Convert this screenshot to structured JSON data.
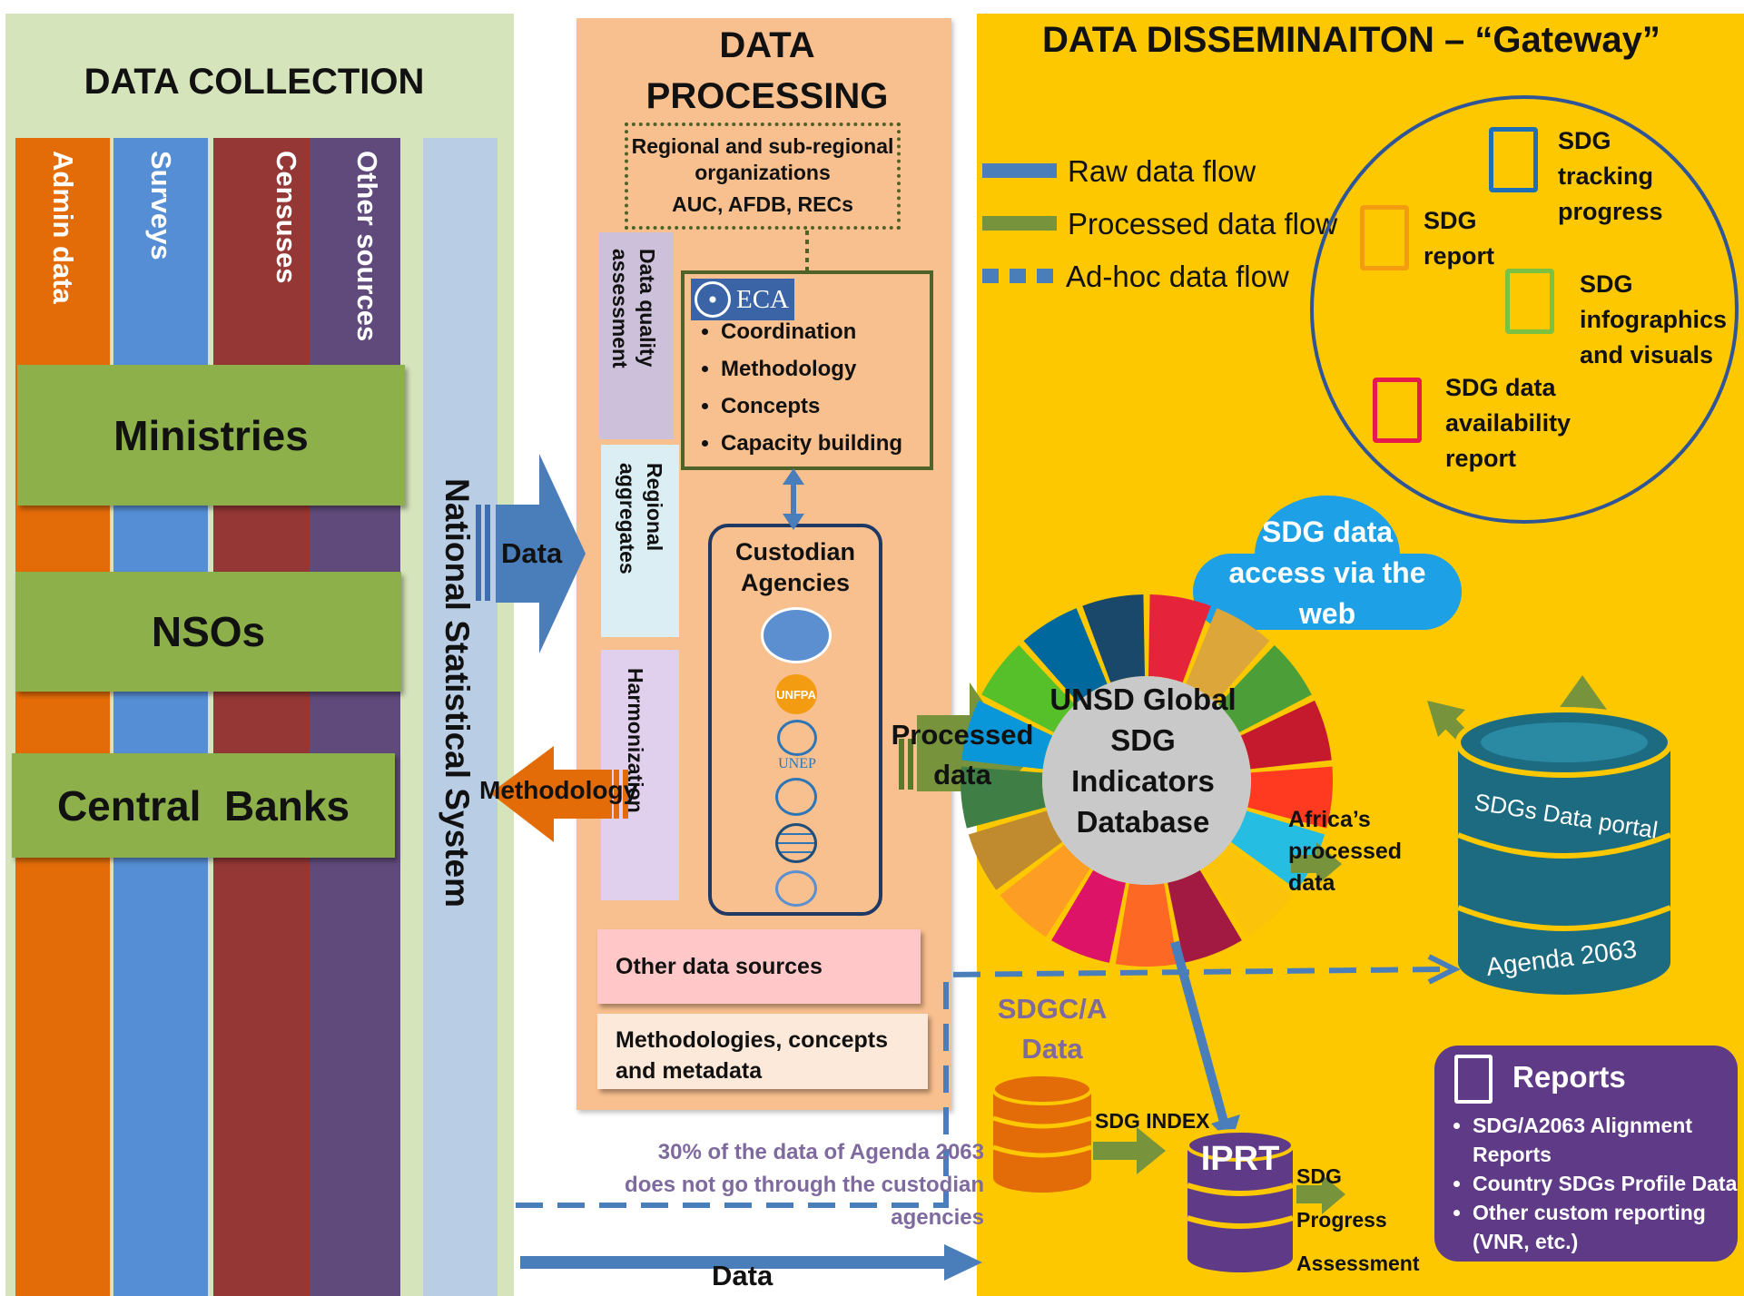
{
  "collection": {
    "title": "DATA COLLECTION",
    "columns": [
      "Admin data",
      "Surveys",
      "Censuses",
      "Other sources"
    ],
    "boxes": [
      "Ministries",
      "NSOs",
      "Central  Banks"
    ],
    "nss": "National Statistical System"
  },
  "processing": {
    "title_line1": "DATA",
    "title_line2": "PROCESSING",
    "regional": {
      "line1": "Regional and sub-regional",
      "line2": "organizations",
      "line3": "AUC, AFDB, RECs"
    },
    "eca": {
      "logo_text": "ECA",
      "items": [
        "Coordination",
        "Methodology",
        "Concepts",
        "Capacity building"
      ]
    },
    "side_tabs": [
      "Data quality assessment",
      "Regional aggregates",
      "Harmonization"
    ],
    "custodian": {
      "title": "Custodian Agencies",
      "logos": [
        "UN",
        "UNFPA",
        "UNEP",
        "FAO",
        "World Bank",
        "WHO"
      ]
    },
    "other_sources": "Other data sources",
    "metadata": "Methodologies, concepts and metadata"
  },
  "arrows": {
    "data_in": "Data",
    "methodology": "Methodology",
    "processed": "Processed data",
    "bottom_data": "Data",
    "note": "30% of the data of Agenda 2063 does not go through the custodian agencies"
  },
  "dissemination": {
    "title": "DATA DISSEMINAITON – “Gateway”",
    "legend": [
      "Raw data flow",
      "Processed data flow",
      "Ad-hoc data flow"
    ],
    "outputs": [
      {
        "label": "SDG tracking progress",
        "icon": "document-chart-icon",
        "color": "#1f6fb5"
      },
      {
        "label": "SDG report",
        "icon": "document-chart-icon",
        "color": "#f39c12"
      },
      {
        "label": "SDG infographics and visuals",
        "icon": "document-chart-icon",
        "color": "#7cc242"
      },
      {
        "label": "SDG data availability report",
        "icon": "document-chart-icon",
        "color": "#e6194b"
      }
    ],
    "cloud": "SDG data access via the web",
    "wheel": "UNSD Global SDG Indicators Database",
    "africa": "Africa’s processed data",
    "portal": {
      "top": "SDGs Data portal",
      "bottom": "Agenda 2063"
    },
    "sdgca": "SDGC/A Data",
    "sdg_index": "SDG INDEX",
    "iprt": "IPRT",
    "progress": "SDG Progress Assessment",
    "reports": {
      "title": "Reports",
      "items": [
        "SDG/A2063 Alignment Reports",
        "Country SDGs Profile Data",
        "Other custom reporting (VNR, etc.)"
      ]
    }
  },
  "colors": {
    "collection_bg": "#d6e4bc",
    "processing_bg": "#f9c08f",
    "dissemination_bg": "#fdc800",
    "raw_flow": "#4a7ebb",
    "processed_flow": "#77933c",
    "adhoc_flow": "#4a7ebb"
  }
}
